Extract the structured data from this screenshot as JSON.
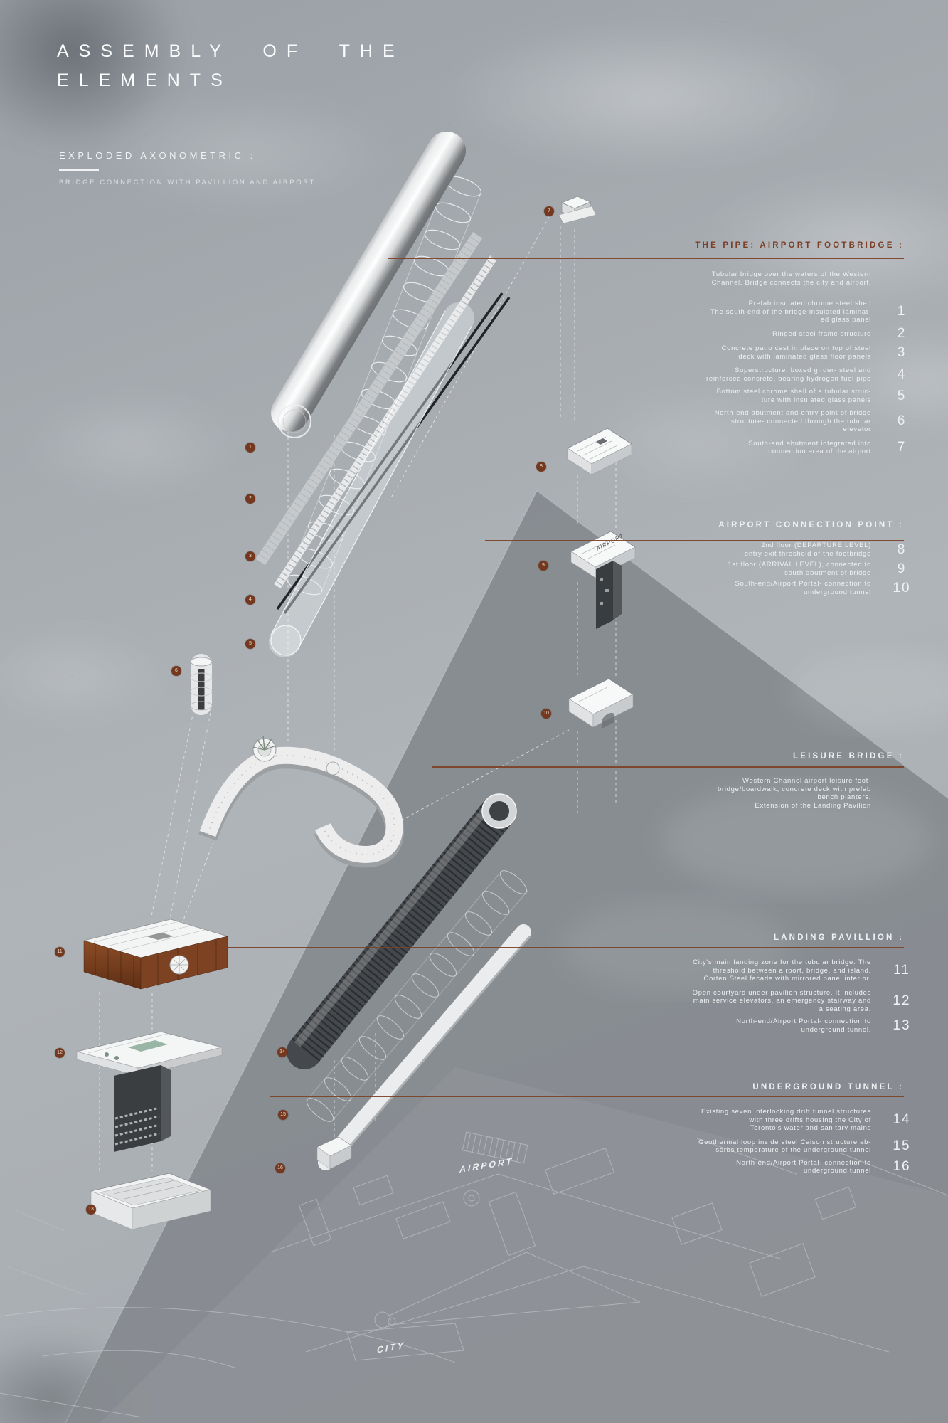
{
  "poster": {
    "title": "ASSEMBLY OF THE\nELEMENTS",
    "subtitle": "EXPLODED AXONOMETRIC :",
    "subtitle_note": "BRIDGE CONNECTION WITH PAVILLION AND AIRPORT"
  },
  "colors": {
    "accent_rust": "#7c3e24",
    "marker_rust": "#74381e",
    "sky": "#a9aeb3",
    "ground_plane": "#868a8f",
    "text_light": "#eef1f3"
  },
  "map_labels": {
    "airport": "AIRPORT",
    "city": "CITY",
    "plate": "AIRPORT"
  },
  "sections": [
    {
      "title": "THE PIPE: AIRPORT FOOTBRIDGE :",
      "intro": "Tubular bridge over the waters of the Western\nChannel. Bridge connects the city and airport.",
      "items": [
        {
          "num": "1",
          "text": "Prefab insulated chrome steel shell\nThe south end of the bridge-insulated laminat-\ned glass panel"
        },
        {
          "num": "2",
          "text": "Ringed steel frame structure"
        },
        {
          "num": "3",
          "text": "Concrete patio cast in place on top of steel\ndeck with laminated glass floor panels"
        },
        {
          "num": "4",
          "text": "Superstructure: boxed girder- steel and\nreinforced concrete, bearing hydrogen fuel pipe"
        },
        {
          "num": "5",
          "text": "Bottom steel chrome shell of a tubular struc-\nture with insulated glass panels"
        },
        {
          "num": "6",
          "text": "North-end abutment and entry point of bridge\nstructure- connected through the tubular\nelevator"
        },
        {
          "num": "7",
          "text": "South-end abutment integrated into\nconnection area of the airport"
        }
      ]
    },
    {
      "title": "AIRPORT CONNECTION POINT :",
      "items": [
        {
          "num": "8",
          "text": "2nd floor (DEPARTURE LEVEL)\n-entry exit threshold of the footbridge"
        },
        {
          "num": "9",
          "text": "1st floor (ARRIVAL LEVEL), connected to\nsouth abutment of bridge"
        },
        {
          "num": "10",
          "text": "South-end/Airport Portal- connection to\nunderground tunnel"
        }
      ]
    },
    {
      "title": "LEISURE BRIDGE :",
      "intro": "Western Channel airport leisure foot-\nbridge/boardwalk, concrete deck with prefab\nbench planters.\nExtension of the Landing Pavilion"
    },
    {
      "title": "LANDING PAVILLION :",
      "items": [
        {
          "num": "11",
          "text": "City's main landing zone for the tubular bridge. The\nthreshold between airport, bridge, and island.\nCorten Steel facade with mirrored panel interior."
        },
        {
          "num": "12",
          "text": "Open courtyard under pavilion structure. It includes\nmain service elevators, an emergency stairway and\na seating area."
        },
        {
          "num": "13",
          "text": "North-end/Airport Portal- connection to\nunderground tunnel."
        }
      ]
    },
    {
      "title": "UNDERGROUND TUNNEL :",
      "items": [
        {
          "num": "14",
          "text": "Existing seven interlocking drift tunnel structures\nwith three  drifts housing the City of\nToronto's water and sanitary mains"
        },
        {
          "num": "15",
          "text": "Geothermal loop inside steel Caison structure ab-\nsorbs temperature of the underground tunnel"
        },
        {
          "num": "16",
          "text": "North-end/Airport Portal- connection to\nunderground tunnel"
        }
      ]
    }
  ],
  "markers": [
    {
      "label": "1"
    },
    {
      "label": "2"
    },
    {
      "label": "3"
    },
    {
      "label": "4"
    },
    {
      "label": "5"
    },
    {
      "label": "6"
    },
    {
      "label": "7"
    },
    {
      "label": "8"
    },
    {
      "label": "9"
    },
    {
      "label": "10"
    },
    {
      "label": "11"
    },
    {
      "label": "12"
    },
    {
      "label": "13"
    },
    {
      "label": "14"
    },
    {
      "label": "15"
    },
    {
      "label": "16"
    }
  ]
}
